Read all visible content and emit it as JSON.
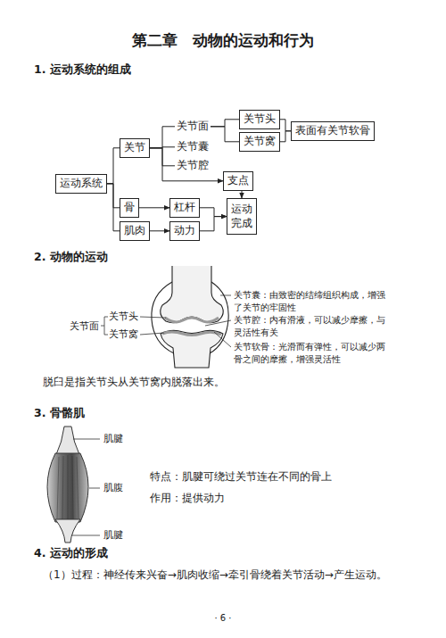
{
  "diagram": {
    "title": "第二章　动物的运动和行为",
    "nodes": [
      {
        "text": [
          "运动系统"
        ]
      },
      {
        "text": [
          "关节"
        ]
      },
      {
        "text": [
          "关节面"
        ]
      },
      {
        "text": [
          "关节头"
        ]
      },
      {
        "text": [
          "关节窝"
        ]
      },
      {
        "text": [
          "表面有关节软骨"
        ]
      },
      {
        "text": [
          "关节囊"
        ]
      },
      {
        "text": [
          "关节腔"
        ]
      },
      {
        "text": [
          "支点"
        ]
      },
      {
        "text": [
          "骨"
        ]
      },
      {
        "text": [
          "杠杆"
        ]
      },
      {
        "text": [
          "运动完成"
        ]
      },
      {
        "text": [
          "肌肉"
        ]
      },
      {
        "text": [
          "动力"
        ]
      }
    ],
    "edges": [
      {
        "from": 0,
        "to": 1,
        "arrow": "none"
      },
      {
        "from": 0,
        "to": 9,
        "arrow": "none"
      },
      {
        "from": 0,
        "to": 12,
        "arrow": "none"
      },
      {
        "from": 1,
        "to": 2,
        "arrow": "none"
      },
      {
        "from": 1,
        "to": 6,
        "arrow": "none"
      },
      {
        "from": 1,
        "to": 7,
        "arrow": "none"
      },
      {
        "from": 2,
        "to": 3,
        "arrow": "none"
      },
      {
        "from": 2,
        "to": 4,
        "arrow": "none"
      },
      {
        "from": 3,
        "to": 5,
        "arrow": "none"
      },
      {
        "from": 4,
        "to": 5,
        "arrow": "none"
      },
      {
        "from": 1,
        "to": 8,
        "arrow": "to"
      },
      {
        "from": 9,
        "to": 10,
        "arrow": "to"
      },
      {
        "from": 10,
        "to": 11,
        "arrow": "to"
      },
      {
        "from": 12,
        "to": 13,
        "arrow": "to"
      },
      {
        "from": 13,
        "to": 11,
        "arrow": "to"
      },
      {
        "from": 8,
        "to": 11,
        "arrow": "to"
      }
    ],
    "labels": [
      "1. 运动系统的组成",
      "2. 动物的运动",
      "关节面",
      "关节头",
      "关节窝",
      "关节囊：由致密的结缔组织构成，增强了关节的牢固性",
      "关节腔：内有滑液，可以减少摩擦，与灵活性有关",
      "关节软骨：光滑而有弹性，可以减少两骨之间的摩擦，增强灵活性",
      "脱臼是指关节头从关节窝内脱落出来。",
      "3. 骨骼肌",
      "肌腱",
      "肌腹",
      "肌腱",
      "特点：肌腱可绕过关节连在不同的骨上",
      "作用：提供动力",
      "4. 运动的形成",
      "（1）过程：神经传来兴奋→肌肉收缩→牵引骨绕着关节活动→产生运动。",
      "· 6 ·"
    ]
  }
}
